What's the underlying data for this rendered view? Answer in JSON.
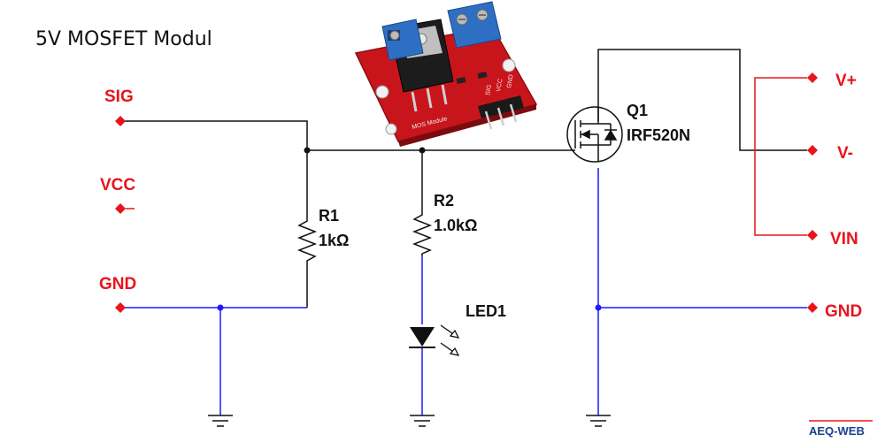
{
  "title": "5V MOSFET Modul",
  "watermark": "AEQ-WEB",
  "pins_left": [
    {
      "key": "sig",
      "label": "SIG"
    },
    {
      "key": "vcc",
      "label": "VCC"
    },
    {
      "key": "gnd",
      "label": "GND"
    }
  ],
  "pins_right": [
    {
      "key": "vplus",
      "label": "V+"
    },
    {
      "key": "vminus",
      "label": "V-"
    },
    {
      "key": "vin",
      "label": "VIN"
    },
    {
      "key": "gnd",
      "label": "GND"
    }
  ],
  "components": {
    "r1": {
      "ref": "R1",
      "value": "1kΩ"
    },
    "r2": {
      "ref": "R2",
      "value": "1.0kΩ"
    },
    "led1": {
      "ref": "LED1"
    },
    "q1": {
      "ref": "Q1",
      "value": "IRF520N"
    }
  },
  "module_photo": {
    "board_label": "MOS Module",
    "pin_labels": [
      "SIG",
      "VCC",
      "GND"
    ]
  },
  "colors": {
    "pin_red": "#e8141b",
    "wire_black": "#111111",
    "wire_blue": "#1a1aff",
    "board_red": "#c8151b",
    "terminal_blue": "#2e6fc4",
    "watermark_blue": "#1a3f8f"
  }
}
